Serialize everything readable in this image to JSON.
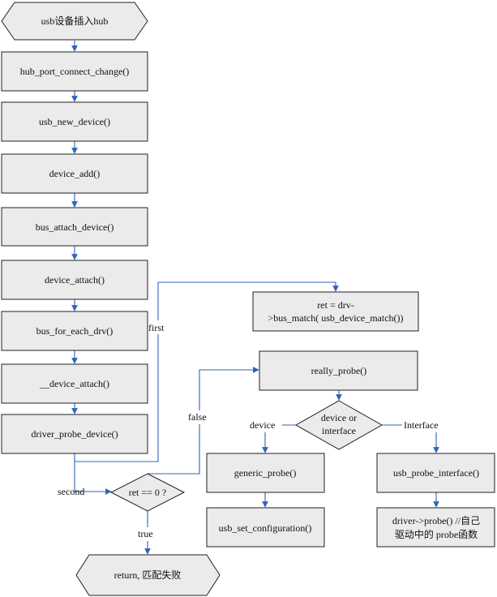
{
  "nodes": {
    "start": "usb设备插入hub",
    "hub_port_connect_change": "hub_port_connect_change()",
    "usb_new_device": "usb_new_device()",
    "device_add": "device_add()",
    "bus_attach_device": "bus_attach_device()",
    "device_attach": "device_attach()",
    "bus_for_each_drv": "bus_for_each_drv()",
    "__device_attach": "__device_attach()",
    "driver_probe_device": "driver_probe_device()",
    "bus_match_line1": "ret = drv-",
    "bus_match_line2": ">bus_match( usb_device_match())",
    "really_probe": "really_probe()",
    "decision_type_line1": "device or",
    "decision_type_line2": "interface",
    "generic_probe": "generic_probe()",
    "usb_set_configuration": "usb_set_configuration()",
    "usb_probe_interface": "usb_probe_interface()",
    "driver_probe_line1": "driver->probe() //自己",
    "driver_probe_line2": "驱动中的 probe函数",
    "decision_ret": "ret == 0 ?",
    "end": "return, 匹配失败"
  },
  "edge_labels": {
    "first": "first",
    "second": "second",
    "false": "false",
    "true": "true",
    "device": "device",
    "interface": "Interface"
  },
  "colors": {
    "box_fill": "#ebebeb",
    "box_stroke": "#222222",
    "arrow": "#2f64b6"
  }
}
